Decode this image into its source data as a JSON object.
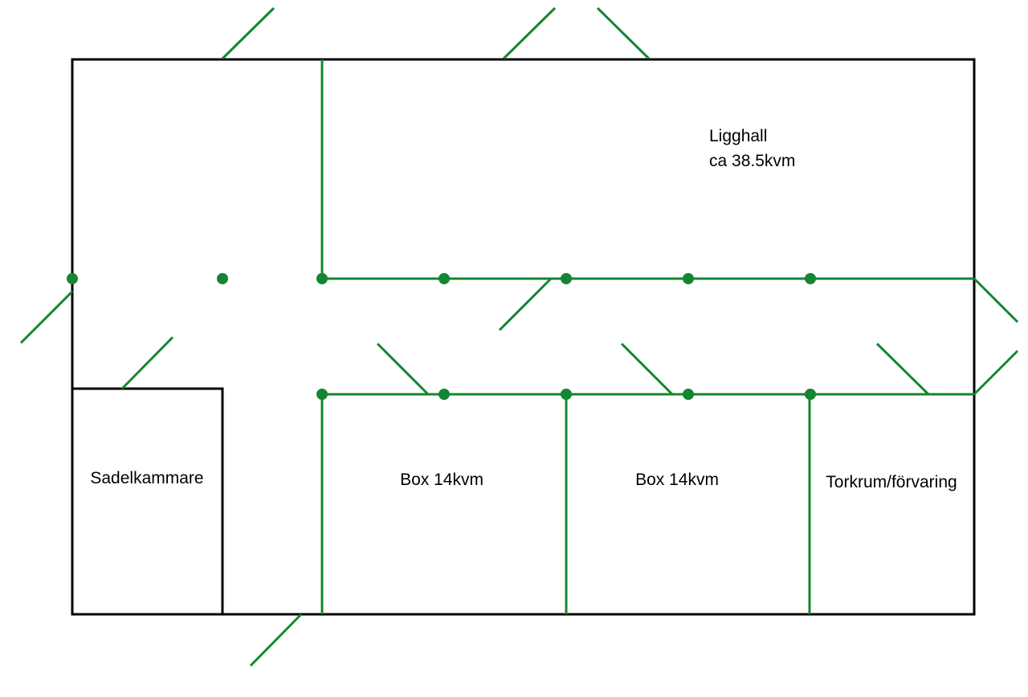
{
  "rooms": {
    "ligghall_name": "Ligghall",
    "ligghall_area": "ca 38.5kvm",
    "sadelkammare": "Sadelkammare",
    "box1": "Box 14kvm",
    "box2": "Box 14kvm",
    "torkrum": "Torkrum/förvaring"
  },
  "colors": {
    "fence": "#148532",
    "wall": "#000000"
  }
}
